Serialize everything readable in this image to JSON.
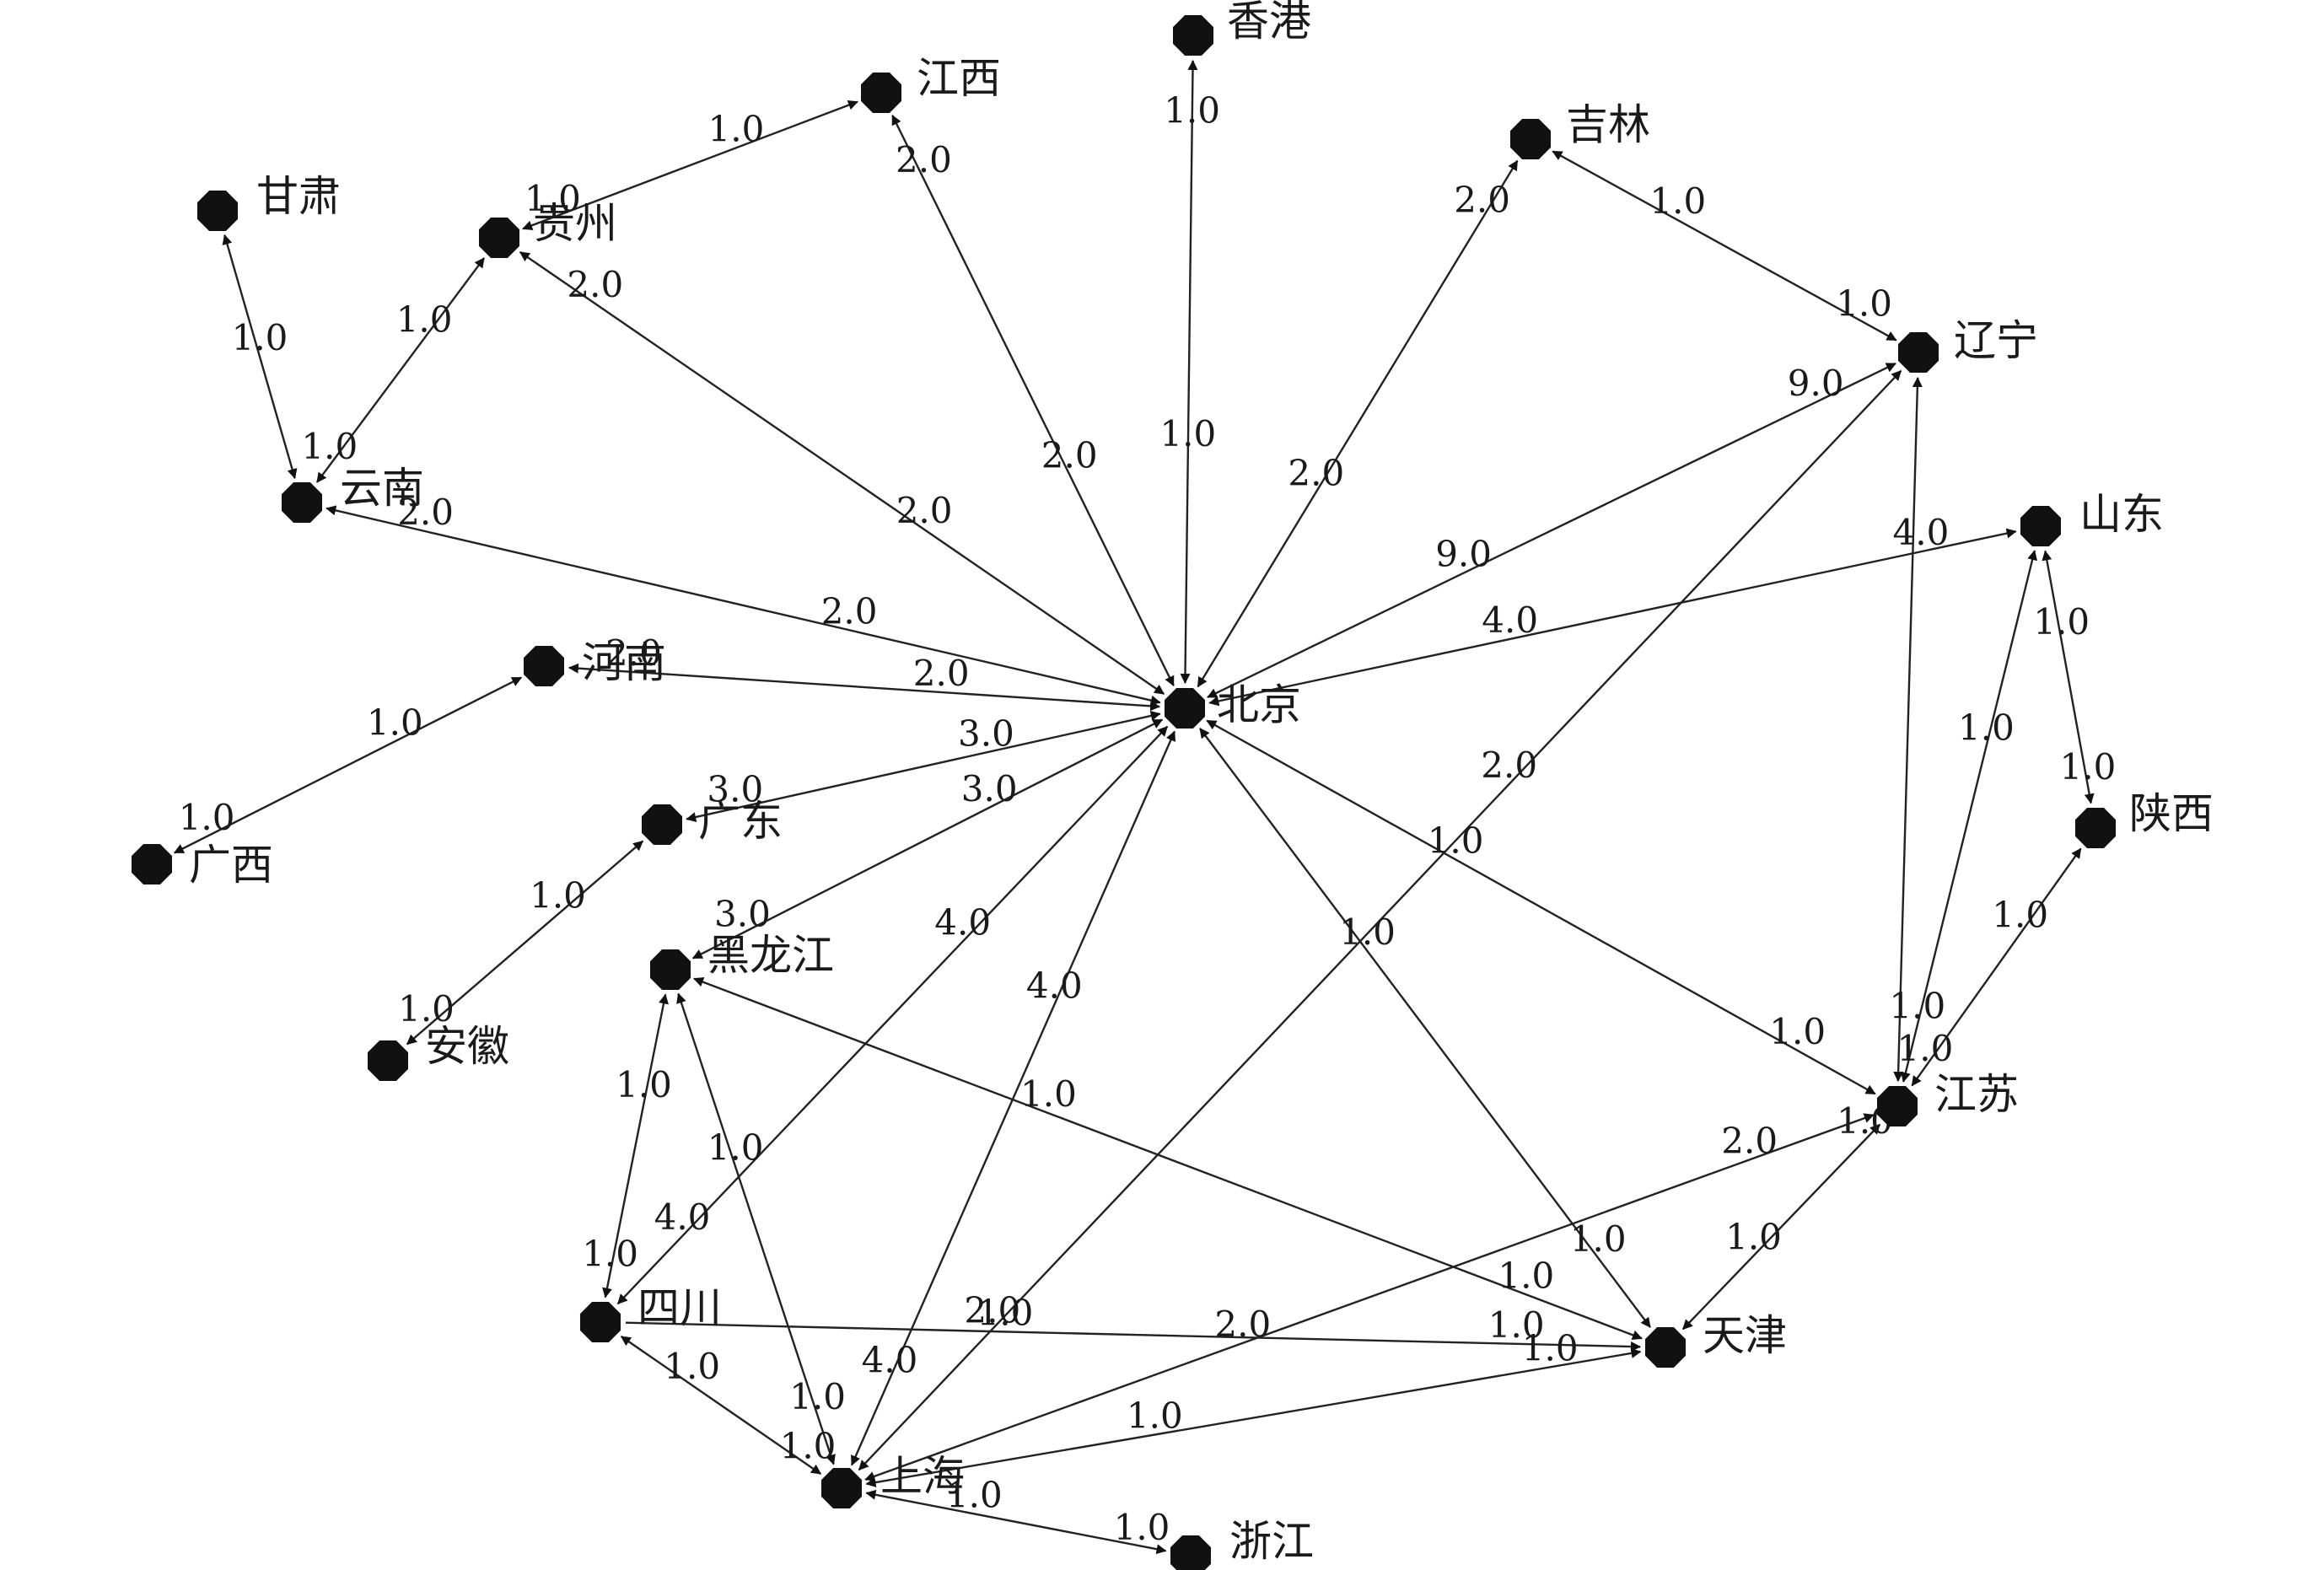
{
  "nodes": [
    {
      "id": "beijing",
      "label": "北京"
    },
    {
      "id": "xianggang",
      "label": "香港"
    },
    {
      "id": "jiangxi",
      "label": "江西"
    },
    {
      "id": "jilin",
      "label": "吉林"
    },
    {
      "id": "gansu",
      "label": "甘肃"
    },
    {
      "id": "guizhou",
      "label": "贵州"
    },
    {
      "id": "liaoning",
      "label": "辽宁"
    },
    {
      "id": "yunnan",
      "label": "云南"
    },
    {
      "id": "shandong",
      "label": "山东"
    },
    {
      "id": "henan",
      "label": "河南"
    },
    {
      "id": "guangxi",
      "label": "广西"
    },
    {
      "id": "guangdong",
      "label": "广东"
    },
    {
      "id": "shaanxi",
      "label": "陕西"
    },
    {
      "id": "heilongjiang",
      "label": "黑龙江"
    },
    {
      "id": "anhui",
      "label": "安徽"
    },
    {
      "id": "jiangsu",
      "label": "江苏"
    },
    {
      "id": "sichuan",
      "label": "四川"
    },
    {
      "id": "tianjin",
      "label": "天津"
    },
    {
      "id": "shanghai",
      "label": "上海"
    },
    {
      "id": "zhejiang",
      "label": "浙江"
    }
  ],
  "edges": [
    {
      "from": "beijing",
      "to": "xianggang",
      "labels": [
        "1.0",
        "1.0"
      ],
      "direction": "both"
    },
    {
      "from": "beijing",
      "to": "jiangxi",
      "labels": [
        "2.0",
        "2.0"
      ],
      "direction": "both"
    },
    {
      "from": "beijing",
      "to": "jilin",
      "labels": [
        "2.0",
        "2.0"
      ],
      "direction": "both"
    },
    {
      "from": "beijing",
      "to": "guizhou",
      "labels": [
        "2.0",
        "2.0"
      ],
      "direction": "both"
    },
    {
      "from": "beijing",
      "to": "liaoning",
      "labels": [
        "9.0",
        "9.0"
      ],
      "direction": "both"
    },
    {
      "from": "beijing",
      "to": "yunnan",
      "labels": [
        "2.0",
        "2.0"
      ],
      "direction": "both"
    },
    {
      "from": "beijing",
      "to": "shandong",
      "labels": [
        "4.0",
        "4.0"
      ],
      "direction": "both"
    },
    {
      "from": "beijing",
      "to": "henan",
      "labels": [
        "2.0",
        "2.0"
      ],
      "direction": "both"
    },
    {
      "from": "beijing",
      "to": "guangdong",
      "labels": [
        "3.0",
        "3.0"
      ],
      "direction": "both"
    },
    {
      "from": "beijing",
      "to": "heilongjiang",
      "labels": [
        "3.0",
        "3.0"
      ],
      "direction": "both"
    },
    {
      "from": "beijing",
      "to": "sichuan",
      "labels": [
        "4.0",
        "4.0"
      ],
      "direction": "both"
    },
    {
      "from": "beijing",
      "to": "shanghai",
      "labels": [
        "4.0",
        "4.0"
      ],
      "direction": "both"
    },
    {
      "from": "beijing",
      "to": "jiangsu",
      "labels": [
        "1.0",
        "1.0"
      ],
      "direction": "both"
    },
    {
      "from": "beijing",
      "to": "tianjin",
      "labels": [
        "1.0",
        "1.0"
      ],
      "direction": "both"
    },
    {
      "from": "jiangxi",
      "to": "guizhou",
      "labels": [
        "1.0",
        "1.0"
      ],
      "direction": "both"
    },
    {
      "from": "gansu",
      "to": "yunnan",
      "labels": [
        "1.0"
      ],
      "direction": "both"
    },
    {
      "from": "guizhou",
      "to": "yunnan",
      "labels": [
        "1.0",
        "1.0"
      ],
      "direction": "both"
    },
    {
      "from": "jilin",
      "to": "liaoning",
      "labels": [
        "1.0",
        "1.0"
      ],
      "direction": "both"
    },
    {
      "from": "liaoning",
      "to": "jiangsu",
      "labels": [],
      "direction": "both"
    },
    {
      "from": "liaoning",
      "to": "shanghai",
      "labels": [
        "2.0",
        "2.0"
      ],
      "direction": "both"
    },
    {
      "from": "shandong",
      "to": "shaanxi",
      "labels": [
        "1.0",
        "1.0"
      ],
      "direction": "both"
    },
    {
      "from": "shandong",
      "to": "jiangsu",
      "labels": [
        "1.0",
        "1.0"
      ],
      "direction": "both"
    },
    {
      "from": "shaanxi",
      "to": "jiangsu",
      "labels": [
        "1.0",
        "1.0"
      ],
      "direction": "both"
    },
    {
      "from": "henan",
      "to": "guangxi",
      "labels": [
        "1.0",
        "1.0"
      ],
      "direction": "both"
    },
    {
      "from": "guangdong",
      "to": "anhui",
      "labels": [
        "1.0",
        "1.0"
      ],
      "direction": "both"
    },
    {
      "from": "heilongjiang",
      "to": "sichuan",
      "labels": [
        "1.0",
        "1.0"
      ],
      "direction": "both"
    },
    {
      "from": "heilongjiang",
      "to": "shanghai",
      "labels": [
        "1.0",
        "1.0"
      ],
      "direction": "both"
    },
    {
      "from": "heilongjiang",
      "to": "tianjin",
      "labels": [
        "1.0",
        "1.0"
      ],
      "direction": "both"
    },
    {
      "from": "sichuan",
      "to": "shanghai",
      "labels": [
        "1.0",
        "1.0"
      ],
      "direction": "both"
    },
    {
      "from": "sichuan",
      "to": "tianjin",
      "labels": [
        "1.0",
        "1.0"
      ],
      "direction": "to"
    },
    {
      "from": "shanghai",
      "to": "tianjin",
      "labels": [
        "1.0",
        "1.0"
      ],
      "direction": "both"
    },
    {
      "from": "shanghai",
      "to": "jiangsu",
      "labels": [
        "2.0",
        "2.0"
      ],
      "direction": "both"
    },
    {
      "from": "shanghai",
      "to": "zhejiang",
      "labels": [
        "1.0",
        "1.0"
      ],
      "direction": "both"
    },
    {
      "from": "tianjin",
      "to": "jiangsu",
      "labels": [
        "1.0",
        "1.0"
      ],
      "direction": "both"
    }
  ]
}
